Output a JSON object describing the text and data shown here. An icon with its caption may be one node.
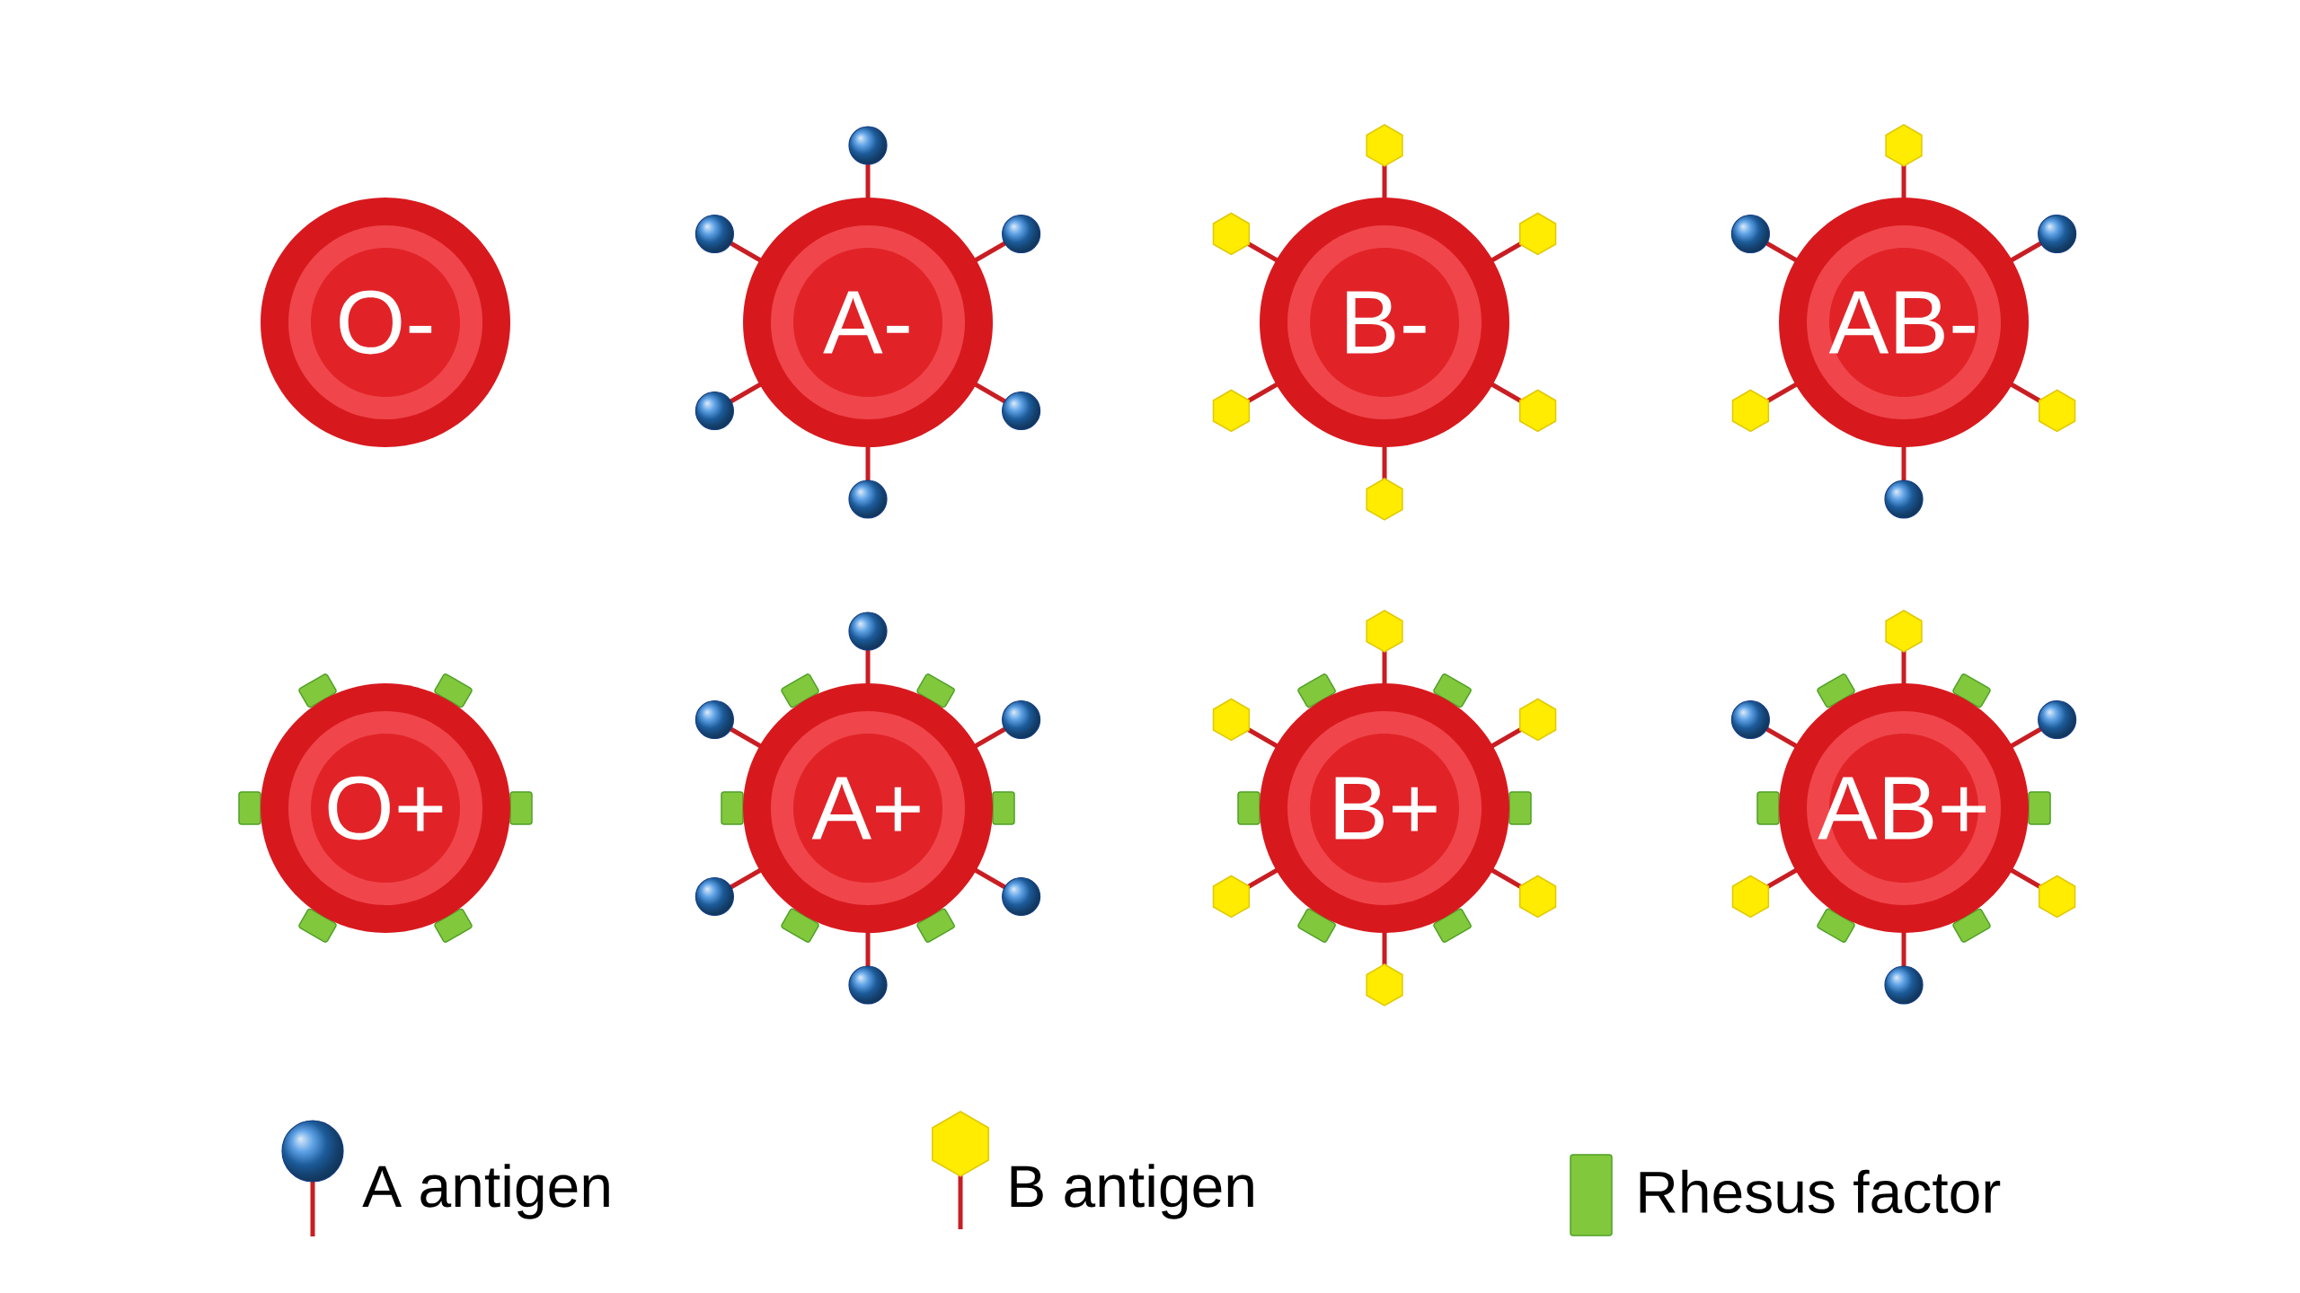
{
  "diagram": {
    "nodes": [
      {
        "text": [
          "O-"
        ]
      },
      {
        "text": [
          "A-"
        ]
      },
      {
        "text": [
          "B-"
        ]
      },
      {
        "text": [
          "AB-"
        ]
      },
      {
        "text": [
          "O+"
        ]
      },
      {
        "text": [
          "A+"
        ]
      },
      {
        "text": [
          "B+"
        ]
      },
      {
        "text": [
          "AB+"
        ]
      }
    ],
    "legend": [
      {
        "text": "A antigen"
      },
      {
        "text": "B antigen"
      },
      {
        "text": "Rhesus factor"
      }
    ]
  }
}
